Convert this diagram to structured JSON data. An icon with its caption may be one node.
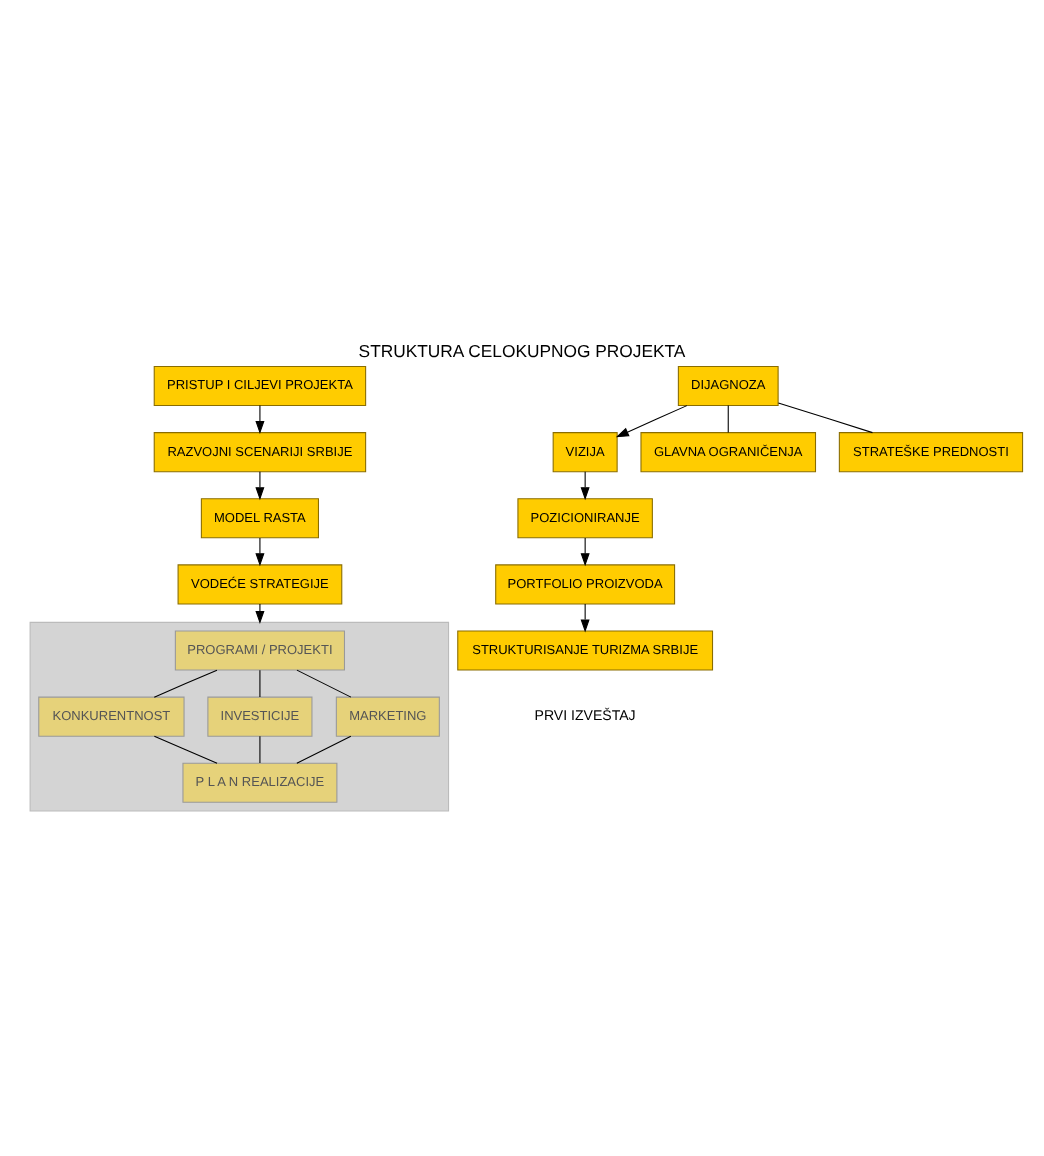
{
  "diagram": {
    "title": "STRUKTURA CELOKUPNOG PROJEKTA",
    "nodes": [
      {
        "text": [
          "PRISTUP I CILJEVI PROJEKTA"
        ]
      },
      {
        "text": [
          "DIJAGNOZA"
        ]
      },
      {
        "text": [
          "VIZIJA"
        ]
      },
      {
        "text": [
          "GLAVNA OGRANIČENJA"
        ]
      },
      {
        "text": [
          "STRATEŠKE PREDNOSTI"
        ]
      },
      {
        "text": [
          "POZICIONIRANJE"
        ]
      },
      {
        "text": [
          "PORTFOLIO PROIZVODA"
        ]
      },
      {
        "text": [
          "STRUKTURISANJE TURIZMA SRBIJE"
        ]
      },
      {
        "text": [
          "RAZVOJNI SCENARIJI SRBIJE"
        ]
      },
      {
        "text": [
          "MODEL RASTA"
        ]
      },
      {
        "text": [
          "VODEĆE STRATEGIJE"
        ]
      },
      {
        "text": [],
        "shape": "box"
      },
      {
        "text": [
          "PROGRAMI / PROJEKTI"
        ],
        "in": 11
      },
      {
        "text": [
          "KONKURENTNOST"
        ],
        "in": 11
      },
      {
        "text": [
          "INVESTICIJE"
        ],
        "in": 11
      },
      {
        "text": [
          "MARKETING"
        ],
        "in": 11
      },
      {
        "text": [
          "P L A N REALIZACIJE"
        ],
        "in": 11
      }
    ],
    "edges": [
      {
        "from": 0,
        "to": 8,
        "arrow": "to"
      },
      {
        "from": 1,
        "to": 2,
        "arrow": "to"
      },
      {
        "from": 1,
        "to": 3,
        "arrow": "none"
      },
      {
        "from": 1,
        "to": 4,
        "arrow": "none"
      },
      {
        "from": 2,
        "to": 5,
        "arrow": "to"
      },
      {
        "from": 5,
        "to": 6,
        "arrow": "to"
      },
      {
        "from": 6,
        "to": 7,
        "arrow": "to"
      },
      {
        "from": 8,
        "to": 9,
        "arrow": "to"
      },
      {
        "from": 9,
        "to": 10,
        "arrow": "to"
      },
      {
        "from": 10,
        "to": 11,
        "arrow": "to"
      },
      {
        "from": 12,
        "to": 13,
        "arrow": "none"
      },
      {
        "from": 12,
        "to": 14,
        "arrow": "none"
      },
      {
        "from": 12,
        "to": 15,
        "arrow": "none"
      },
      {
        "from": 13,
        "to": 16,
        "arrow": "none"
      },
      {
        "from": 14,
        "to": 16,
        "arrow": "none"
      },
      {
        "from": 15,
        "to": 16,
        "arrow": "none"
      }
    ],
    "labels": [
      "PRVI IZVEŠTAJ"
    ]
  }
}
